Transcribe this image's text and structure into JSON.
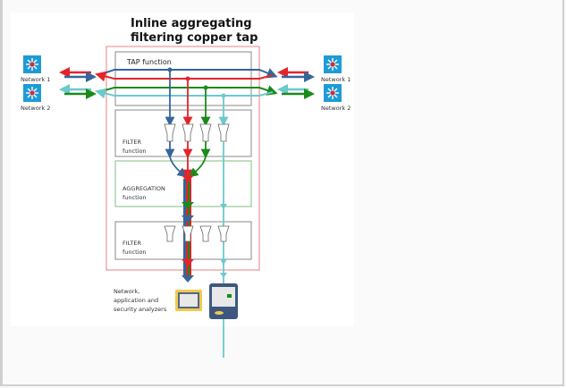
{
  "diagram": {
    "title_line1": "Inline aggregating",
    "title_line2": "filtering copper tap",
    "networks_left": [
      {
        "label": "Network 1"
      },
      {
        "label": "Network 2"
      }
    ],
    "networks_right": [
      {
        "label": "Network 1"
      },
      {
        "label": "Network 2"
      }
    ],
    "blocks": {
      "tap": {
        "label": "TAP function"
      },
      "filter1": {
        "line1": "FILTER",
        "line2": "function"
      },
      "aggregation": {
        "line1": "AGGREGATION",
        "line2": "function"
      },
      "filter2": {
        "line1": "FILTER",
        "line2": "function"
      }
    },
    "analyzers": {
      "line1": "Network,",
      "line2": "application and",
      "line3": "security analyzers"
    },
    "colors": {
      "blue": "#35659b",
      "red": "#e3242b",
      "green": "#1a8a1a",
      "cyan": "#6cc9cc",
      "tap_border": "#e88080",
      "aggregation_border": "#7fbf7f",
      "block_border": "#888888",
      "switch_icon": "#1e9bd6"
    }
  }
}
